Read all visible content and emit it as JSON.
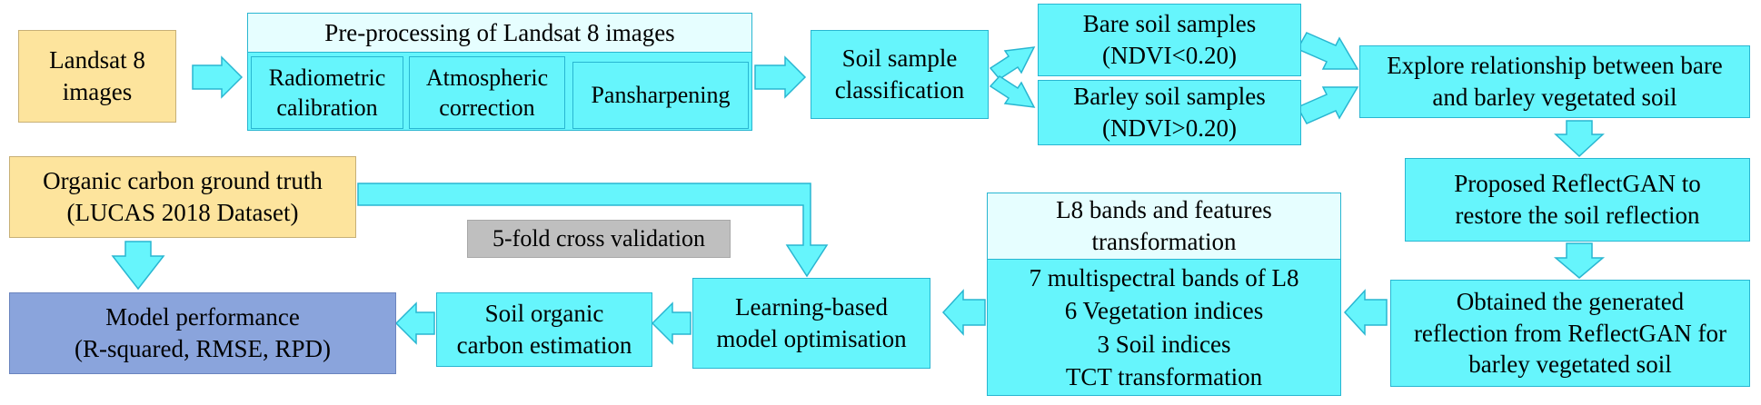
{
  "nodes": {
    "landsat": "Landsat 8\nimages",
    "preprocess_title": "Pre-processing of Landsat 8 images",
    "radiometric": "Radiometric\ncalibration",
    "atmospheric": "Atmospheric\ncorrection",
    "pansharpening": "Pansharpening",
    "soil_classification": "Soil sample\nclassification",
    "bare_soil": "Bare soil samples\n(NDVI<0.20)",
    "barley_soil": "Barley soil samples\n(NDVI>0.20)",
    "explore": "Explore relationship between bare\nand barley vegetated soil",
    "reflectgan": "Proposed ReflectGAN to\nrestore the soil reflection",
    "obtained": "Obtained the generated\nreflection from ReflectGAN for\nbarley vegetated soil",
    "l8_title": "L8 bands and features\ntransformation",
    "l8_bands": "7 multispectral bands of L8\n6 Vegetation indices\n3 Soil indices\nTCT transformation",
    "learning": "Learning-based\nmodel optimisation",
    "soc_estimation": "Soil organic\ncarbon estimation",
    "model_performance": "Model performance\n(R-squared, RMSE, RPD)",
    "ground_truth": "Organic carbon ground truth\n(LUCAS 2018 Dataset)",
    "cross_validation": "5-fold cross validation"
  },
  "colors": {
    "process": "#66f5fc",
    "input": "#fde49d",
    "output": "#8aa4dc",
    "note": "#bfbfbf",
    "header": "#e6feff",
    "border": "#29b6d1"
  }
}
